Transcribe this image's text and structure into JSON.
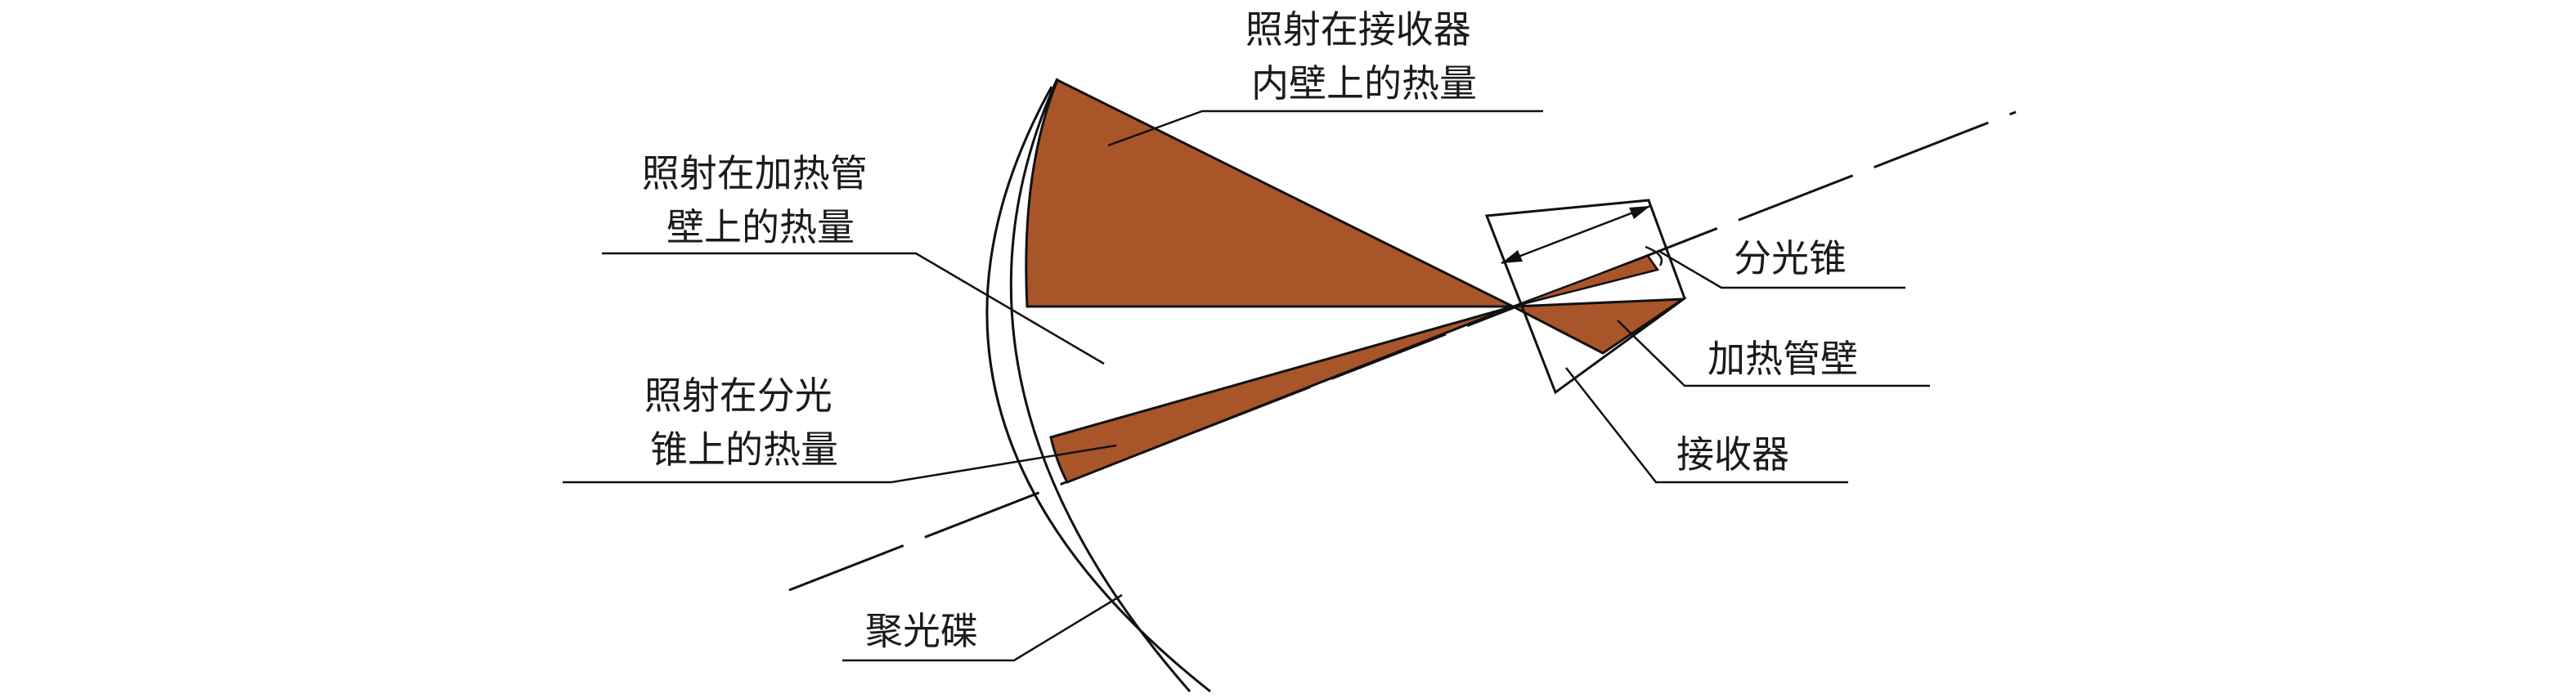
{
  "labels": {
    "receiver_inner_wall_heat": [
      "照射在接收器",
      "内壁上的热量"
    ],
    "heating_tube_wall_heat": [
      "照射在加热管",
      "壁上的热量"
    ],
    "splitter_cone_heat": [
      "照射在分光",
      "锥上的热量"
    ],
    "splitter_cone": "分光锥",
    "heating_tube_wall": "加热管壁",
    "receiver": "接收器",
    "concentrator_dish": "聚光碟"
  },
  "colors": {
    "heat_fill": "#A9552A",
    "line": "#111111",
    "background": "#FFFFFF"
  }
}
